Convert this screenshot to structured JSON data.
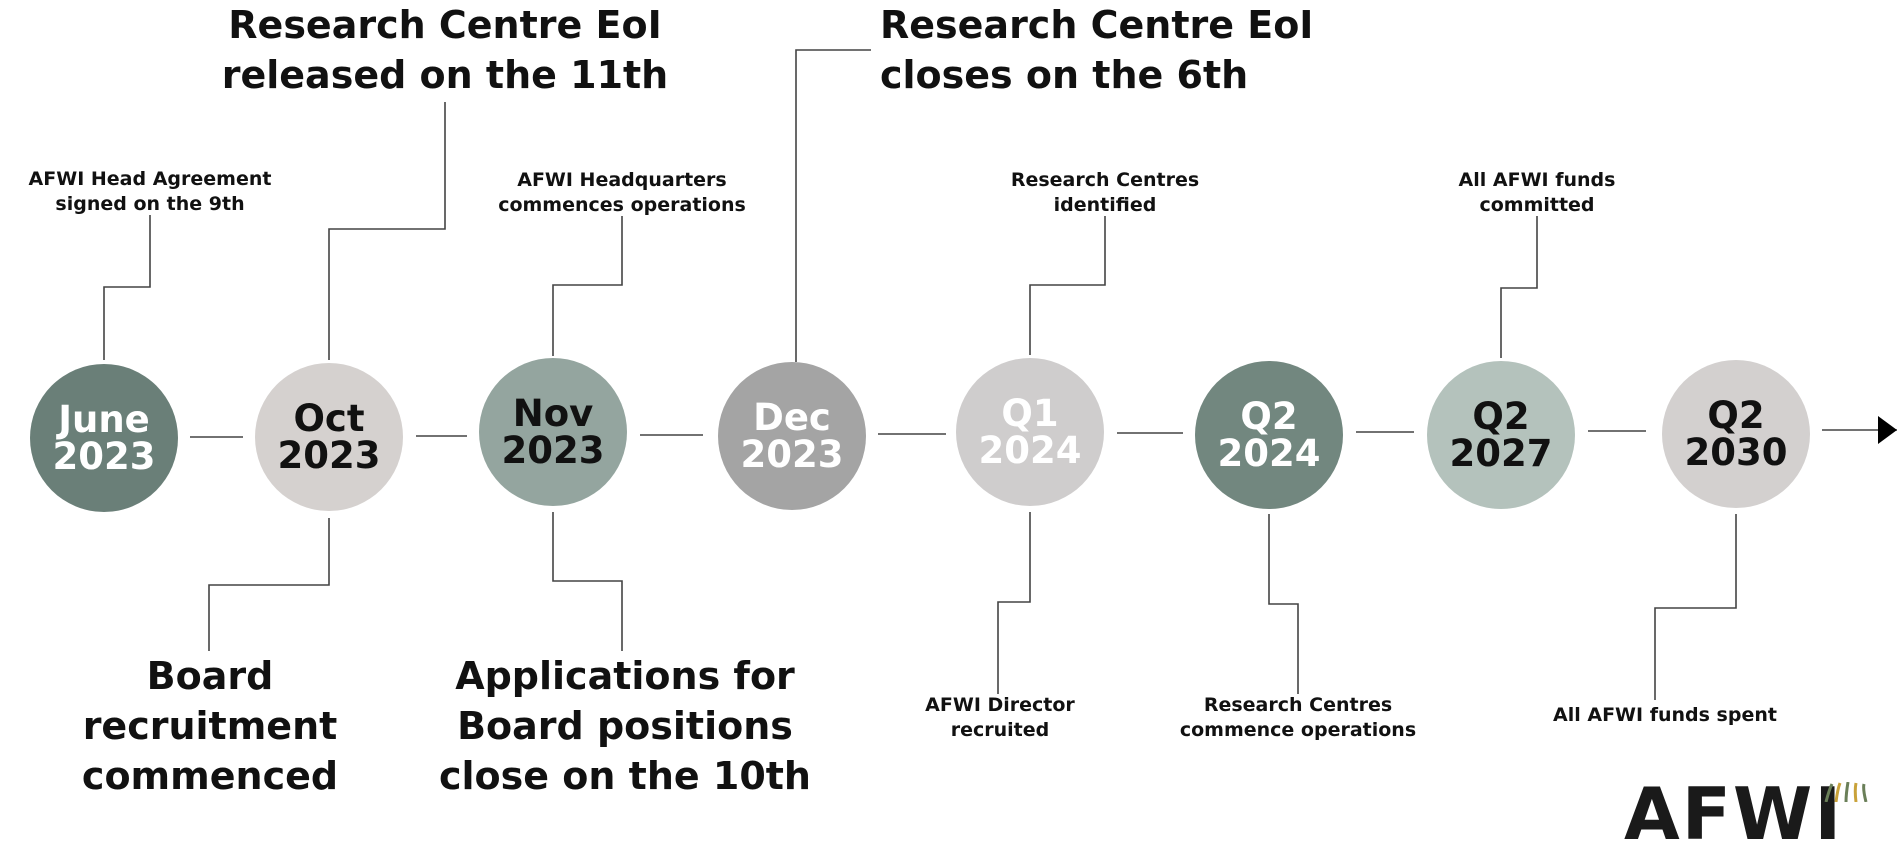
{
  "milestones": [
    {
      "line1": "June",
      "line2": "2023"
    },
    {
      "line1": "Oct",
      "line2": "2023"
    },
    {
      "line1": "Nov",
      "line2": "2023"
    },
    {
      "line1": "Dec",
      "line2": "2023"
    },
    {
      "line1": "Q1",
      "line2": "2024"
    },
    {
      "line1": "Q2",
      "line2": "2024"
    },
    {
      "line1": "Q2",
      "line2": "2027"
    },
    {
      "line1": "Q2",
      "line2": "2030"
    }
  ],
  "labels": {
    "head_agreement": [
      "AFWI Head Agreement",
      "signed on the 9th"
    ],
    "eoi_released": [
      "Research Centre EoI",
      "released on the 11th"
    ],
    "board_recruitment": [
      "Board",
      "recruitment",
      "commenced"
    ],
    "hq_operations": [
      "AFWI Headquarters",
      "commences operations"
    ],
    "applications_close": [
      "Applications for",
      "Board positions",
      "close on the 10th"
    ],
    "eoi_closes": [
      "Research Centre EoI",
      "closes on the 6th"
    ],
    "centres_identified": [
      "Research Centres",
      "identified"
    ],
    "director_recruited": [
      "AFWI Director",
      "recruited"
    ],
    "centres_commence": [
      "Research Centres",
      "commence operations"
    ],
    "funds_committed": [
      "All AFWI funds",
      "committed"
    ],
    "funds_spent": [
      "All AFWI funds spent"
    ]
  },
  "logo_text": "AFWI",
  "colors": {
    "connector": "#444444",
    "circle_fills": [
      "#6a7f78",
      "#d5d1cf",
      "#94a59f",
      "#a4a4a4",
      "#cfcdcd",
      "#72877f",
      "#b4c2bc",
      "#d3d0cf"
    ],
    "circle_text": [
      "#ffffff",
      "#111111",
      "#111111",
      "#ffffff",
      "#ffffff",
      "#ffffff",
      "#111111",
      "#111111"
    ]
  }
}
